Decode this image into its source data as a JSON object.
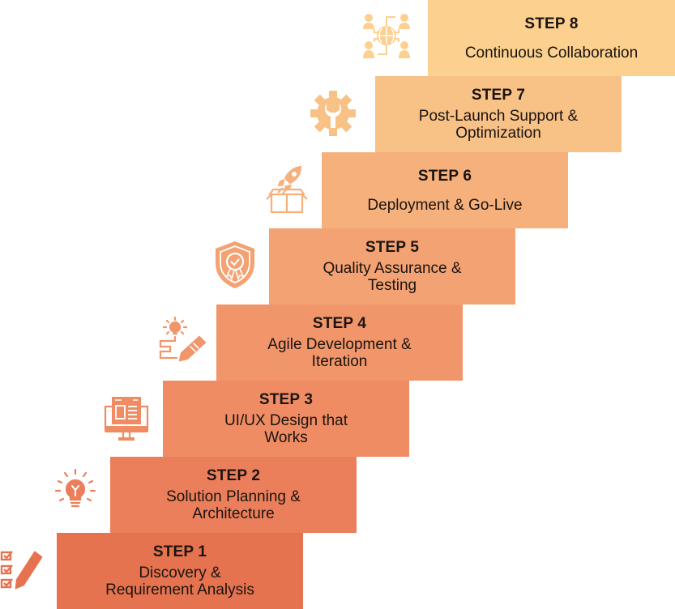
{
  "steps": [
    {
      "label": "STEP 1",
      "line1": "Discovery &",
      "line2": "Requirement Analysis",
      "icon": "checklist-pencil-icon",
      "color": "#e57350"
    },
    {
      "label": "STEP 2",
      "line1": "Solution Planning &",
      "line2": "Architecture",
      "icon": "lightbulb-icon",
      "color": "#ec7f5b"
    },
    {
      "label": "STEP 3",
      "line1": "UI/UX Design that",
      "line2": "Works",
      "icon": "monitor-wireframe-icon",
      "color": "#ef8c63"
    },
    {
      "label": "STEP 4",
      "line1": "Agile Development &",
      "line2": "Iteration",
      "icon": "idea-pencil-icon",
      "color": "#f1956a"
    },
    {
      "label": "STEP 5",
      "line1": "Quality Assurance &",
      "line2": "Testing",
      "icon": "shield-badge-icon",
      "color": "#f3a273"
    },
    {
      "label": "STEP 6",
      "line1": "Deployment & Go-Live",
      "line2": "",
      "icon": "rocket-box-icon",
      "color": "#f5b07c"
    },
    {
      "label": "STEP 7",
      "line1": "Post-Launch Support &",
      "line2": "Optimization",
      "icon": "gear-wrench-icon",
      "color": "#f8c186"
    },
    {
      "label": "STEP 8",
      "line1": "Continuous Collaboration",
      "line2": "",
      "icon": "global-team-icon",
      "color": "#fcd08f"
    }
  ]
}
